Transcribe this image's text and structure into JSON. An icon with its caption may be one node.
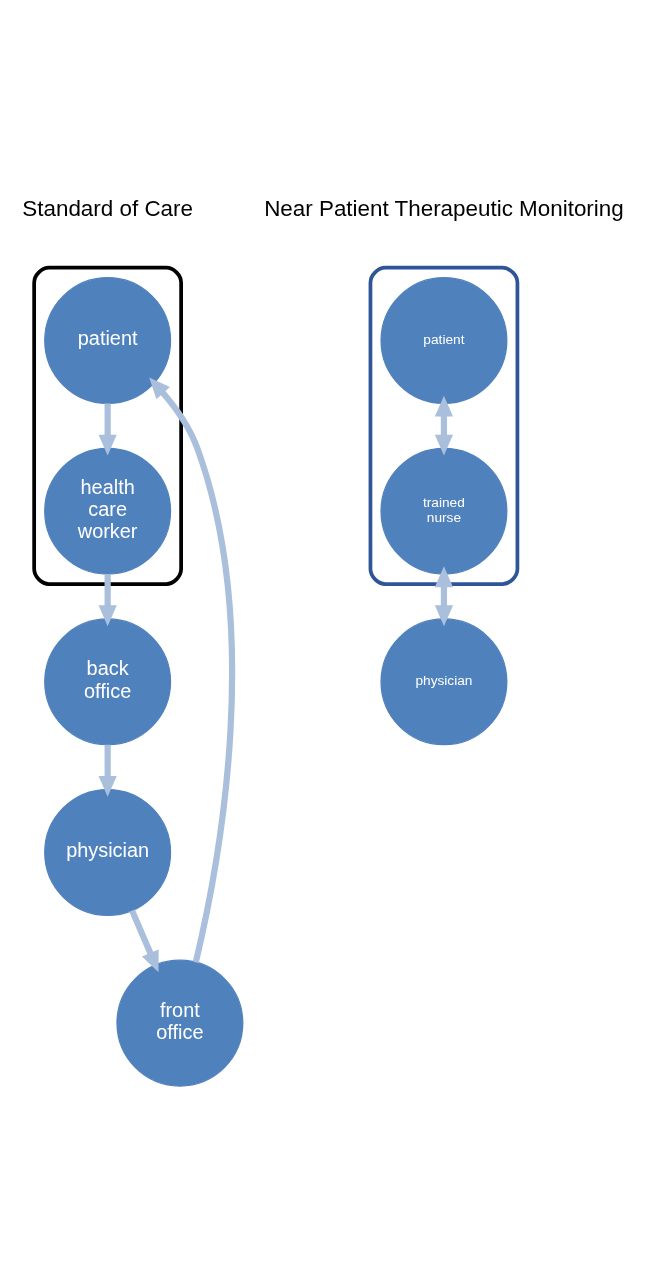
{
  "diagram": {
    "nodes": [
      {
        "text": [],
        "shape": "ellipse"
      },
      {
        "text": [
          "patient"
        ],
        "in": 0
      },
      {
        "text": [
          "health care worker"
        ],
        "in": 0
      },
      {
        "text": [
          "back office"
        ]
      },
      {
        "text": [
          "physician"
        ]
      },
      {
        "text": [
          "front office"
        ]
      },
      {
        "text": [],
        "shape": "ellipse"
      },
      {
        "text": [
          "patient"
        ],
        "in": 6
      },
      {
        "text": [
          "trained nurse"
        ],
        "in": 6
      },
      {
        "text": [
          "physician"
        ]
      }
    ],
    "edges": [
      {
        "from": 1,
        "to": 2,
        "arrow": "to"
      },
      {
        "from": 2,
        "to": 3,
        "arrow": "to"
      },
      {
        "from": 3,
        "to": 4,
        "arrow": "to"
      },
      {
        "from": 4,
        "to": 5,
        "arrow": "to"
      },
      {
        "from": 5,
        "to": 1,
        "arrow": "to"
      },
      {
        "from": 7,
        "to": 8,
        "arrow": "both"
      },
      {
        "from": 8,
        "to": 9,
        "arrow": "both"
      }
    ],
    "labels": [
      "Standard of Care",
      "Near Patient Therapeutic Monitoring"
    ]
  }
}
